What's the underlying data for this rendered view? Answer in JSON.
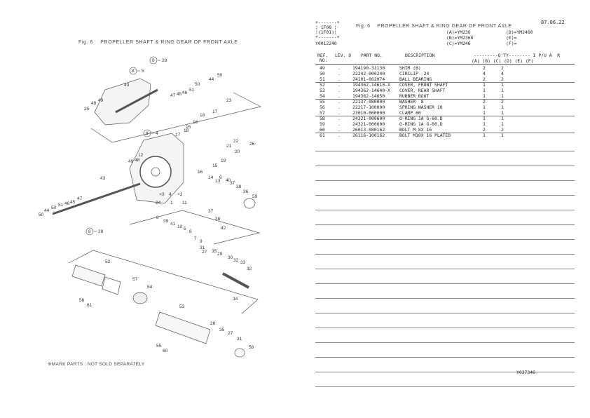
{
  "left_page": {
    "title": "Fig. 6    PROPELLER SHAFT & RING GEAR OF FRONT AXLE",
    "footer_note": "※MARK PARTS : NOT SOLD SEPARATELY",
    "callouts": [
      "28",
      "5",
      "43",
      "50",
      "44",
      "50",
      "51",
      "46",
      "45",
      "47",
      "49",
      "48",
      "25",
      "23",
      "16",
      "15",
      "18",
      "17",
      "22",
      "21",
      "20",
      "26",
      "4",
      "17",
      "18",
      "19",
      "15",
      "16",
      "12",
      "49",
      "48",
      "43",
      "14",
      "13",
      "8",
      "40",
      "37",
      "38",
      "36",
      "59",
      "×3",
      "4",
      "×2",
      "1",
      "24",
      "11",
      "37",
      "38",
      "42",
      "50",
      "44",
      "50",
      "51",
      "46",
      "45",
      "47",
      "28",
      "8",
      "39",
      "41",
      "10",
      "5",
      "6",
      "7",
      "9",
      "31",
      "27",
      "35",
      "29",
      "30",
      "32",
      "33",
      "32",
      "34",
      "52",
      "57",
      "54",
      "56",
      "61",
      "53",
      "28",
      "35",
      "27",
      "31",
      "58",
      "55",
      "60"
    ],
    "circle_ref": "8"
  },
  "right_page": {
    "header_box": [
      "+-------+",
      "¦ 1F08 ¦",
      "¦(1F01)¦",
      "+-------+"
    ],
    "code": "Y0012240",
    "date": "87.06.22",
    "fig_title": "Fig. 6    PROPELLER SHAFT & RING GEAR OF FRONT AXLE",
    "models": [
      "(A)=YM236",
      "(B)=YM2360",
      "(C)=YM246",
      "(D)=YM2460",
      "(E)=",
      "(F)="
    ],
    "columns": {
      "ref": "REF.",
      "ref2": "NO.",
      "lev": "LEV. O",
      "part": "PART NO.",
      "desc": "DESCRIPTION",
      "qty": "---------Q'TY-------- I P/U A  R",
      "qty_sub": "(A) (B) (C) (D) (E) (F)"
    },
    "rows": [
      {
        "ref": "49",
        "lev": ".",
        "part": "194190-31130",
        "desc": "SHIM (B)",
        "b": "2",
        "d": "2"
      },
      {
        "ref": "50",
        "lev": ".",
        "part": "22242-000240",
        "desc": "CIRCLIP  24",
        "b": "4",
        "d": "4"
      },
      {
        "ref": "51",
        "lev": ".",
        "part": "24101-062074",
        "desc": "BALL BEARING",
        "b": "2",
        "d": "2"
      },
      {
        "ref": "52",
        "lev": ".",
        "part": "194362-14610-X",
        "desc": "COVER, FRONT SHAFT",
        "b": "1",
        "d": "1"
      },
      {
        "ref": "53",
        "lev": ".",
        "part": "194362-14640-X",
        "desc": "COVER, REAR SHAFT",
        "b": "1",
        "d": "1"
      },
      {
        "ref": "54",
        "lev": ".",
        "part": "194362-14650",
        "desc": "RUBBER BOOT",
        "b": "1",
        "d": "1"
      },
      {
        "ref": "55",
        "lev": ".",
        "part": "22137-080000",
        "desc": "WASHER  8",
        "b": "2",
        "d": "2"
      },
      {
        "ref": "56",
        "lev": ".",
        "part": "22217-100000",
        "desc": "SPRING WASHER 10",
        "b": "1",
        "d": "1"
      },
      {
        "ref": "57",
        "lev": ".",
        "part": "23010-060000",
        "desc": "CLAMP 60",
        "b": "1",
        "d": "1"
      },
      {
        "ref": "58",
        "lev": ".",
        "part": "24321-000600",
        "desc": "O-RING 1A G-60.D",
        "b": "1",
        "d": "1"
      },
      {
        "ref": "59",
        "lev": ".",
        "part": "24321-000600",
        "desc": "O-RING 1A G-60.D",
        "b": "1",
        "d": "1"
      },
      {
        "ref": "60",
        "lev": ".",
        "part": "26013-080162",
        "desc": "BOLT M 8X 16",
        "b": "2",
        "d": "2"
      },
      {
        "ref": "61",
        "lev": ".",
        "part": "26116-100162",
        "desc": "BOLT M10X 16 PLATED",
        "b": "1",
        "d": "1"
      }
    ],
    "footer_code": "Y037346"
  }
}
